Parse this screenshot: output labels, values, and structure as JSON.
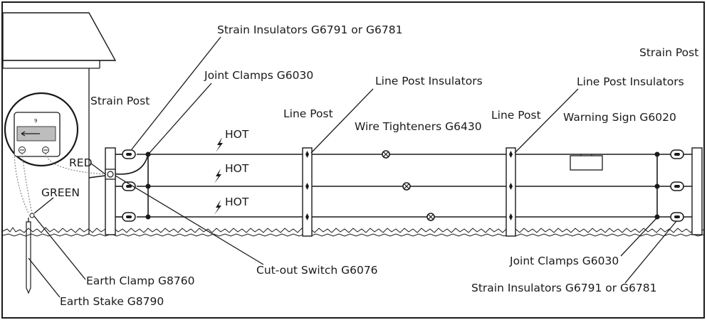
{
  "labels": {
    "strain_insulators_top": "Strain Insulators G6791 or G6781",
    "joint_clamps_top": "Joint Clamps G6030",
    "strain_post_left": "Strain Post",
    "strain_post_right": "Strain Post",
    "line_post_1": "Line Post",
    "line_post_2": "Line Post",
    "line_post_insulators_1": "Line Post Insulators",
    "line_post_insulators_2": "Line Post Insulators",
    "wire_tighteners": "Wire Tighteners G6430",
    "warning_sign": "Warning Sign G6020",
    "hot_1": "HOT",
    "hot_2": "HOT",
    "hot_3": "HOT",
    "red": "RED",
    "green": "GREEN",
    "cutout_switch": "Cut-out Switch G6076",
    "earth_clamp": "Earth Clamp G8760",
    "earth_stake": "Earth Stake G8790",
    "joint_clamps_bottom": "Joint Clamps G6030",
    "strain_insulators_bottom": "Strain Insulators G6791 or G6781"
  },
  "energizer_dial_mark": "9"
}
